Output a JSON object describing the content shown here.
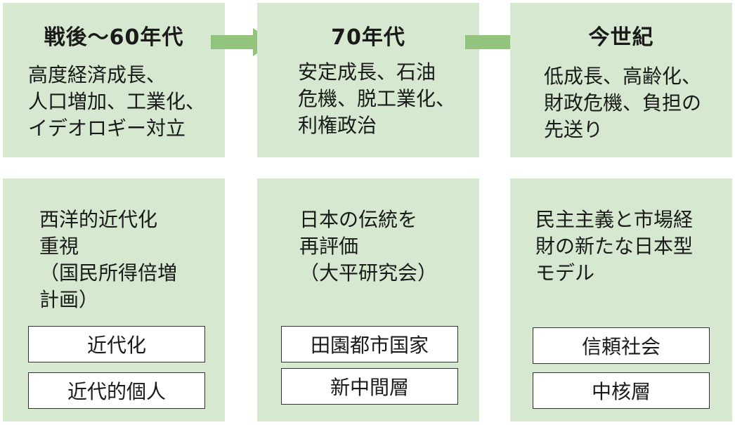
{
  "top_row": [
    {
      "title": "戦後〜60年代",
      "description": "高度経済成長、\n人口増加、工業化、\nイデオロギー対立"
    },
    {
      "title": "70年代",
      "description": "安定成長、石油\n危機、脱工業化、\n利権政治"
    },
    {
      "title": "今世紀",
      "description": "低成長、高齢化、\n財政危機、負担の\n先送り"
    }
  ],
  "bottom_row": [
    {
      "model": "西洋的近代化\n重視\n（国民所得倍増\n計画）",
      "tags": [
        "近代化",
        "近代的個人"
      ]
    },
    {
      "model": "日本の伝統を\n再評価\n（大平研究会）",
      "tags": [
        "田園都市国家",
        "新中間層"
      ]
    },
    {
      "model": "民主主義と市場経\n財の新たな日本型\nモデル",
      "tags": [
        "信頼社会",
        "中核層"
      ]
    }
  ],
  "colors": {
    "box_fill": "#d6e8cf",
    "arrow_fill": "#93c47d",
    "tag_border": "#333333"
  },
  "icons": {
    "arrow": "right-arrow-icon"
  }
}
